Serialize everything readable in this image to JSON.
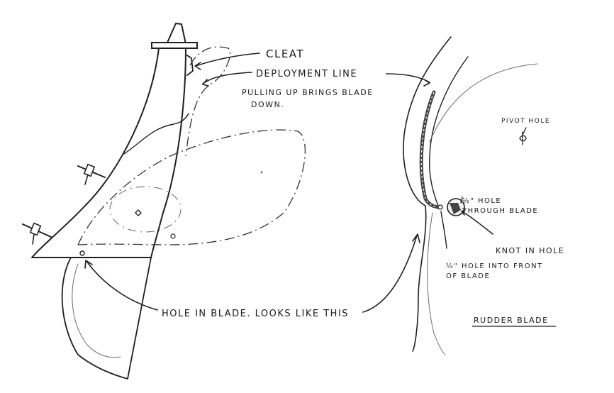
{
  "labels": {
    "cleat": "CLEAT",
    "deployment_line": "DEPLOYMENT LINE",
    "pulling_up_1": "PULLING UP BRINGS BLADE",
    "pulling_up_2": "DOWN.",
    "pivot_hole": "PIVOT HOLE",
    "half_inch_1": "½\" HOLE",
    "half_inch_2": "THROUGH BLADE",
    "knot_in_hole": "KNOT IN HOLE",
    "quarter_inch_1": "¼\" HOLE INTO FRONT",
    "quarter_inch_2": "OF BLADE",
    "hole_in_blade": "HOLE IN BLADE. LOOKS LIKE THIS",
    "rudder_blade": "RUDDER BLADE"
  }
}
